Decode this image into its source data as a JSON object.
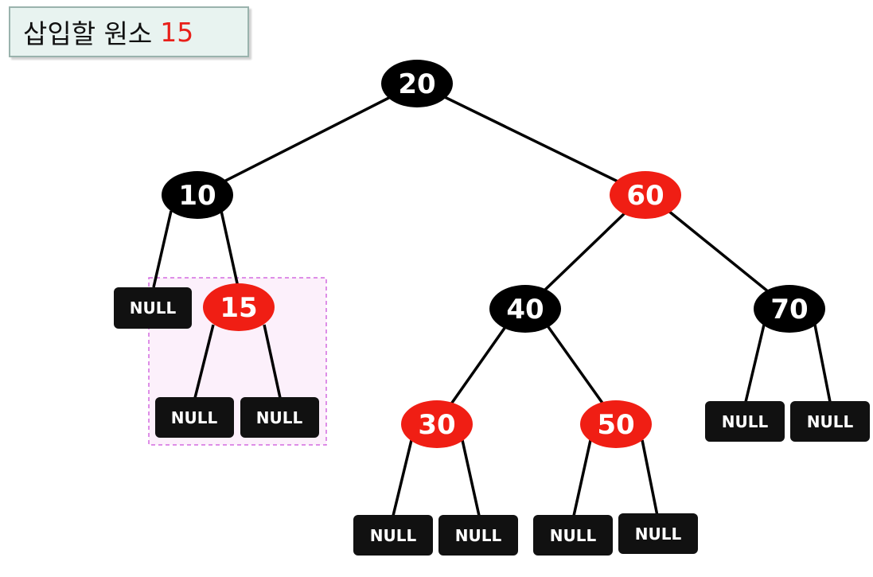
{
  "title": {
    "label": "삽입할 원소",
    "value": "15"
  },
  "colors": {
    "red_node": "#f01e14",
    "black_node": "#000000",
    "null_box": "#111111",
    "highlight_border": "#d46be0",
    "highlight_fill": "#fcf0fb"
  },
  "tree": {
    "nodes": [
      {
        "id": "n20",
        "value": "20",
        "color": "black"
      },
      {
        "id": "n10",
        "value": "10",
        "color": "black"
      },
      {
        "id": "n60",
        "value": "60",
        "color": "red"
      },
      {
        "id": "n15",
        "value": "15",
        "color": "red"
      },
      {
        "id": "n40",
        "value": "40",
        "color": "black"
      },
      {
        "id": "n70",
        "value": "70",
        "color": "black"
      },
      {
        "id": "n30",
        "value": "30",
        "color": "red"
      },
      {
        "id": "n50",
        "value": "50",
        "color": "red"
      }
    ],
    "null_label": "NULL"
  }
}
